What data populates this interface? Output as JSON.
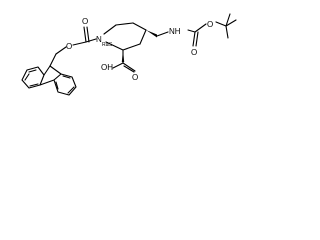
{
  "atoms": {
    "n_piperidine": "N",
    "o_fmoc_carbonyl": "O",
    "o_fmoc_ester": "O",
    "oh_acid": "OH",
    "o_acid_carbonyl": "O",
    "nh_carbamate": "NH",
    "o_boc_carbonyl": "O",
    "o_boc_ester": "O",
    "stereo_label": "R&S"
  }
}
